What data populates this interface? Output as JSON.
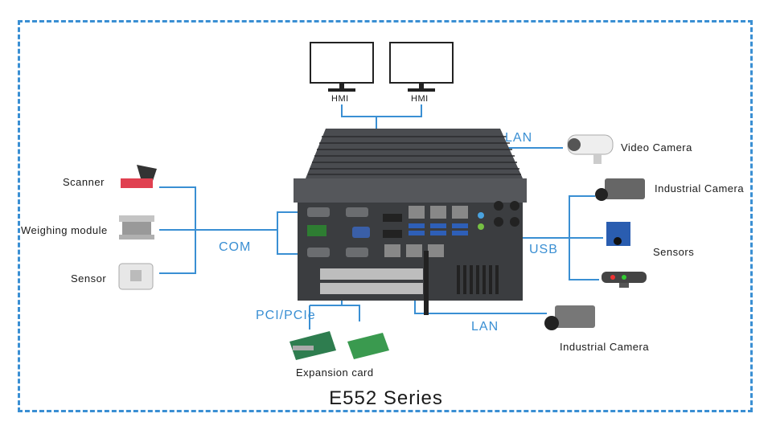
{
  "title": "E552 Series",
  "hmi": [
    "HMI",
    "HMI"
  ],
  "left_devices": [
    "Scanner",
    "Weighing module",
    "Sensor"
  ],
  "right_devices": {
    "video_camera": "Video Camera",
    "industrial_camera_top": "Industrial Camera",
    "sensors": "Sensors",
    "industrial_camera_bottom": "Industrial Camera"
  },
  "interfaces": {
    "com": "COM",
    "lan_top": "LAN",
    "usb": "USB",
    "lan_bottom": "LAN",
    "pci": "PCI/PCIe"
  },
  "expansion": "Expansion card",
  "colors": {
    "accent": "#3a8fd3",
    "chassis": "#3b3d40"
  }
}
